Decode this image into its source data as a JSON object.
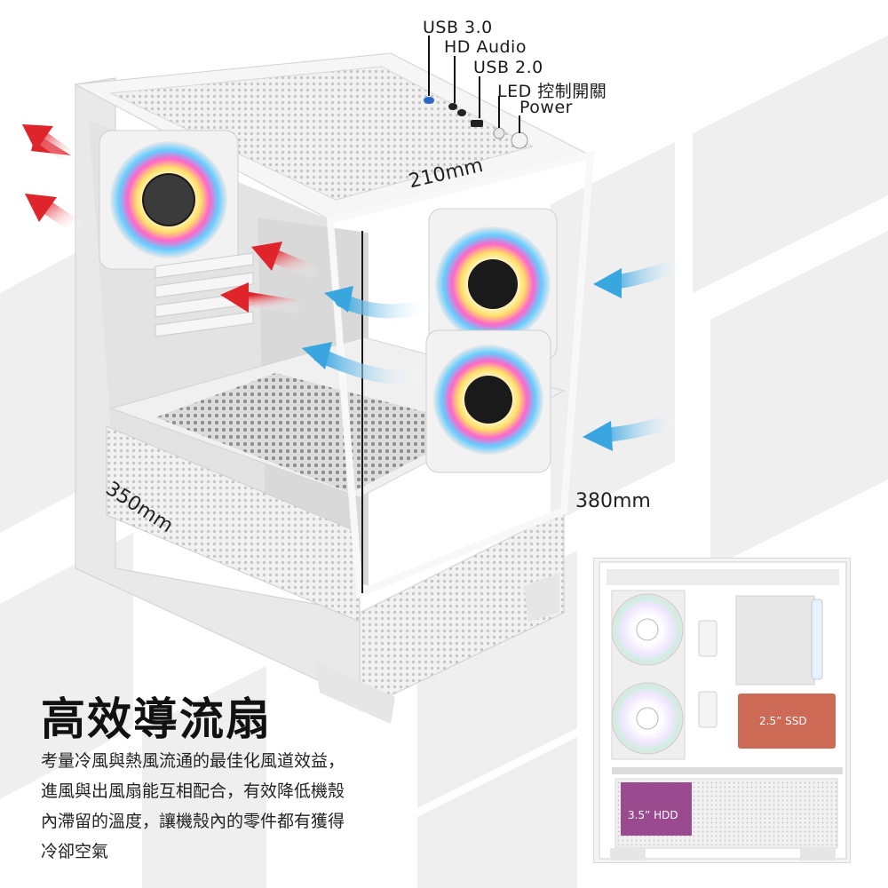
{
  "ports": {
    "usb3": "USB 3.0",
    "hd_audio": "HD Audio",
    "usb2": "USB 2.0",
    "led_switch": "LED 控制開關",
    "power": "Power"
  },
  "dimensions": {
    "top": "210mm",
    "side": "380mm",
    "depth": "350mm"
  },
  "headline": "高效導流扇",
  "body_lines": [
    "考量冷風與熱風流通的最佳化風道效益，",
    "進風與出風扇能互相配合，有效降低機殼",
    "內滯留的溫度，讓機殼內的零件都有獲得",
    "冷卻空氣"
  ],
  "inset": {
    "ssd_label": "2.5” SSD",
    "hdd_label": "3.5” HDD"
  },
  "colors": {
    "exhaust_arrow": "#e0242c",
    "intake_arrow": "#3aa6e0",
    "ssd_bay": "#cc6a55",
    "hdd_bay": "#9a4a8e",
    "watermark": "#efefef"
  }
}
